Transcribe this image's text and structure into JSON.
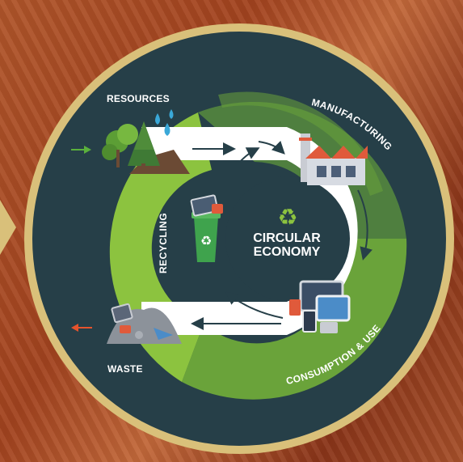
{
  "labels": {
    "resources": "RESOURCES",
    "waste": "WASTE",
    "manufacturing": "MANUFACTURING",
    "consumption": "CONSUMPTION & USE",
    "recycling": "RECYCLING",
    "center_line1": "CIRCULAR",
    "center_line2": "ECONOMY"
  },
  "colors": {
    "ring_border": "#d9c07a",
    "disc": "#263f48",
    "green_light": "#8cc33f",
    "green_mid": "#6aa33a",
    "green_dark": "#4f7f3f",
    "arrow_in": "#5ab03c",
    "arrow_out": "#e5532d",
    "belt": "#ffffff"
  },
  "icons": [
    "recycle-icon",
    "trees-icon",
    "water-drops-icon",
    "factory-icon",
    "devices-icon",
    "recycle-bin-icon",
    "waste-pile-icon"
  ]
}
